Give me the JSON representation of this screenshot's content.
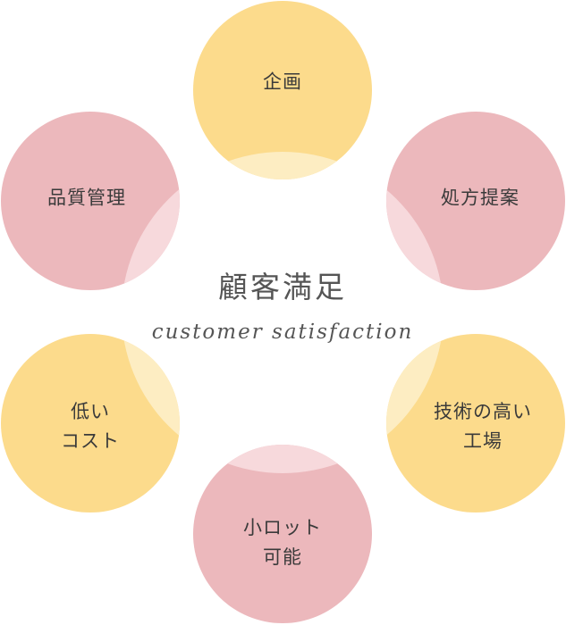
{
  "center": {
    "title": "顧客満足",
    "subtitle": "customer satisfaction"
  },
  "colors": {
    "yellow": "#fcdb8c",
    "yellow_light": "#fdedc2",
    "pink": "#ecb8bc",
    "pink_light": "#f7d9dc",
    "text": "#3a3a3a",
    "center_text": "#555555"
  },
  "nodes": [
    {
      "id": "planning",
      "color": "yellow",
      "lines": [
        "企画"
      ]
    },
    {
      "id": "prescription",
      "color": "pink",
      "lines": [
        "処方提案"
      ]
    },
    {
      "id": "factory",
      "color": "yellow",
      "lines": [
        "技術の高い",
        "工場"
      ]
    },
    {
      "id": "small-lot",
      "color": "pink",
      "lines": [
        "小ロット",
        "可能"
      ]
    },
    {
      "id": "low-cost",
      "color": "yellow",
      "lines": [
        "低い",
        "コスト"
      ]
    },
    {
      "id": "quality",
      "color": "pink",
      "lines": [
        "品質管理"
      ]
    }
  ]
}
